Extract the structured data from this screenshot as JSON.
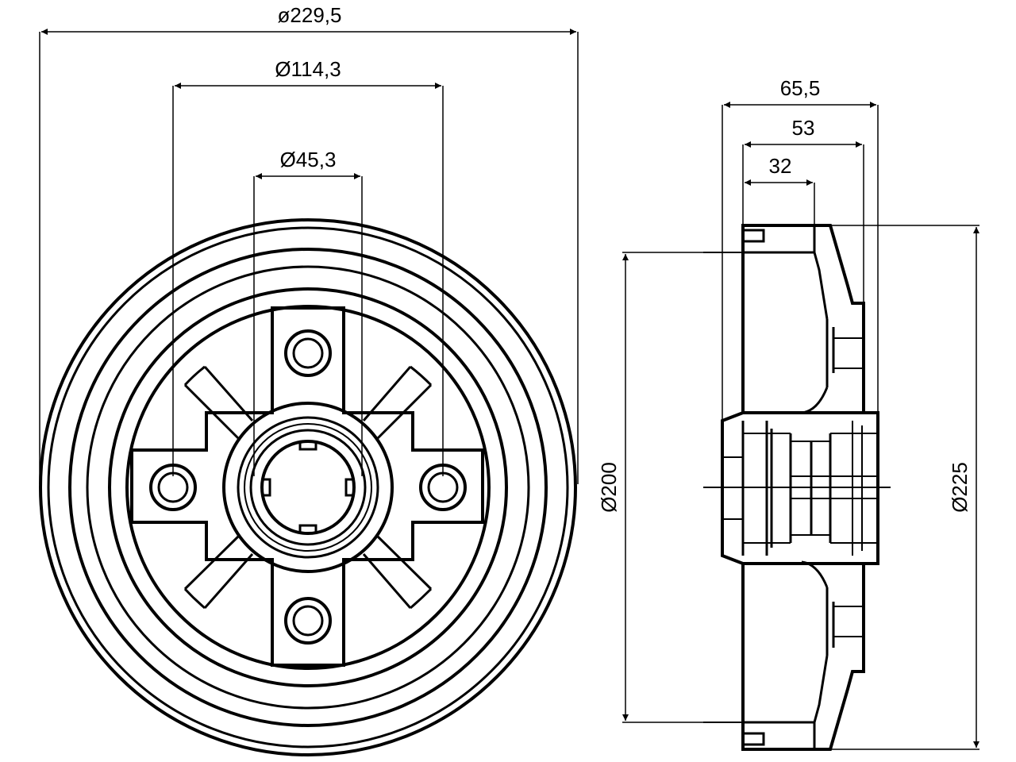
{
  "drawing": {
    "front_view": {
      "dim_outer": "ø229,5",
      "dim_bolt_circle": "Ø114,3",
      "dim_center_bore": "Ø45,3"
    },
    "side_view": {
      "dim_total_height": "65,5",
      "dim_height_53": "53",
      "dim_height_32": "32",
      "dim_drum_inner": "Ø200",
      "dim_drum_outer": "Ø225"
    }
  }
}
